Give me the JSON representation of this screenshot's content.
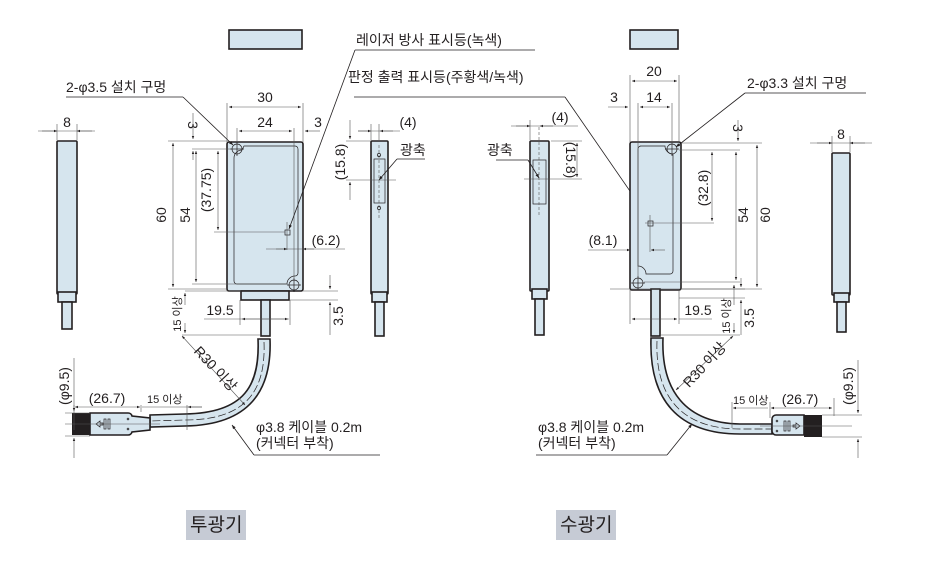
{
  "emitter": {
    "title": "투광기",
    "mount_hole": "2-φ3.5 설치 구멍",
    "laser_indicator": "레이저 방사 표시등(녹색)",
    "output_indicator": "판정 출력 표시등(주황색/녹색)",
    "optical_axis": "광축",
    "cable": "φ3.8 케이블 0.2m",
    "cable_note": "(커넥터 부착)",
    "bend_radius": "R30 이상",
    "min_15": "15 이상",
    "min_15_vertical": "15 이상",
    "dims": {
      "side_width": "8",
      "width": "30",
      "hole_pitch_w": "24",
      "edge_3_right": "3",
      "edge_3_top": "3",
      "height": "60",
      "hole_pitch_h": "54",
      "axis_y": "(37.75)",
      "axis_x": "(6.2)",
      "lens_offset": "(4)",
      "axis_side_y": "(15.8)",
      "cable_pos": "19.5",
      "base": "3.5",
      "connector_len": "(26.7)",
      "connector_dia": "(φ9.5)"
    }
  },
  "receiver": {
    "title": "수광기",
    "mount_hole": "2-φ3.3 설치 구멍",
    "optical_axis": "광축",
    "cable": "φ3.8 케이블 0.2m",
    "cable_note": "(커넥터 부착)",
    "bend_radius": "R30 이상",
    "min_15": "15 이상",
    "min_15_vertical": "15 이상",
    "dims": {
      "side_width": "8",
      "width": "20",
      "hole_pitch_w": "14",
      "edge_3_left": "3",
      "edge_3_top": "3",
      "height": "60",
      "hole_pitch_h": "54",
      "axis_y": "(32.8)",
      "axis_x": "(8.1)",
      "lens_offset": "(4)",
      "axis_side_y": "(15.8)",
      "cable_pos": "19.5",
      "base": "3.5",
      "connector_len": "(26.7)",
      "connector_dia": "(φ9.5)"
    }
  },
  "colors": {
    "body_fill": "#d6e5ee",
    "label_bg": "#c6cbd5",
    "ink": "#231f20"
  }
}
